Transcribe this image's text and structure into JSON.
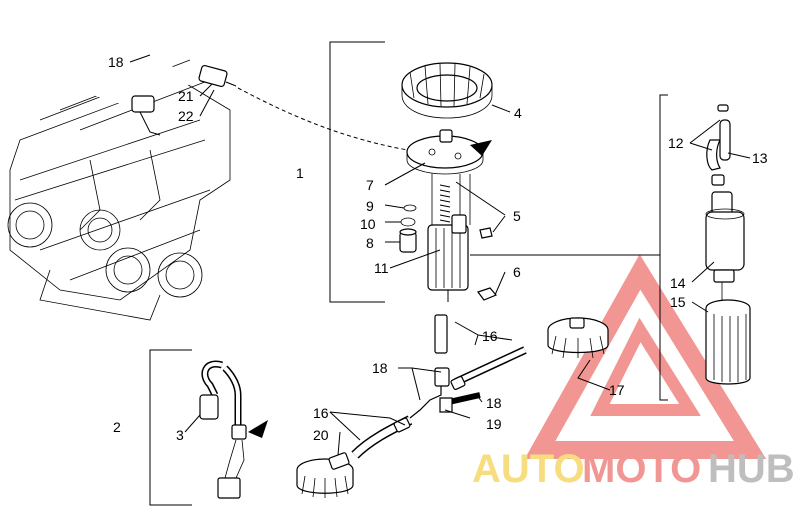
{
  "callouts": {
    "c1": "1",
    "c2": "2",
    "c3": "3",
    "c4": "4",
    "c5": "5",
    "c6": "6",
    "c7": "7",
    "c8": "8",
    "c9": "9",
    "c10": "10",
    "c11": "11",
    "c12": "12",
    "c13": "13",
    "c14": "14",
    "c15": "15",
    "c16a": "16",
    "c16b": "16",
    "c17": "17",
    "c18a": "18",
    "c18b": "18",
    "c18c": "18",
    "c19": "19",
    "c20": "20",
    "c21": "21",
    "c22": "22"
  },
  "watermark": {
    "part1": "AUTO",
    "part2": "MOTO",
    "part3": "HUB",
    "colors": {
      "red": "#e8413b",
      "yellow": "#f2c21a",
      "gray": "#8a8a8a"
    }
  }
}
